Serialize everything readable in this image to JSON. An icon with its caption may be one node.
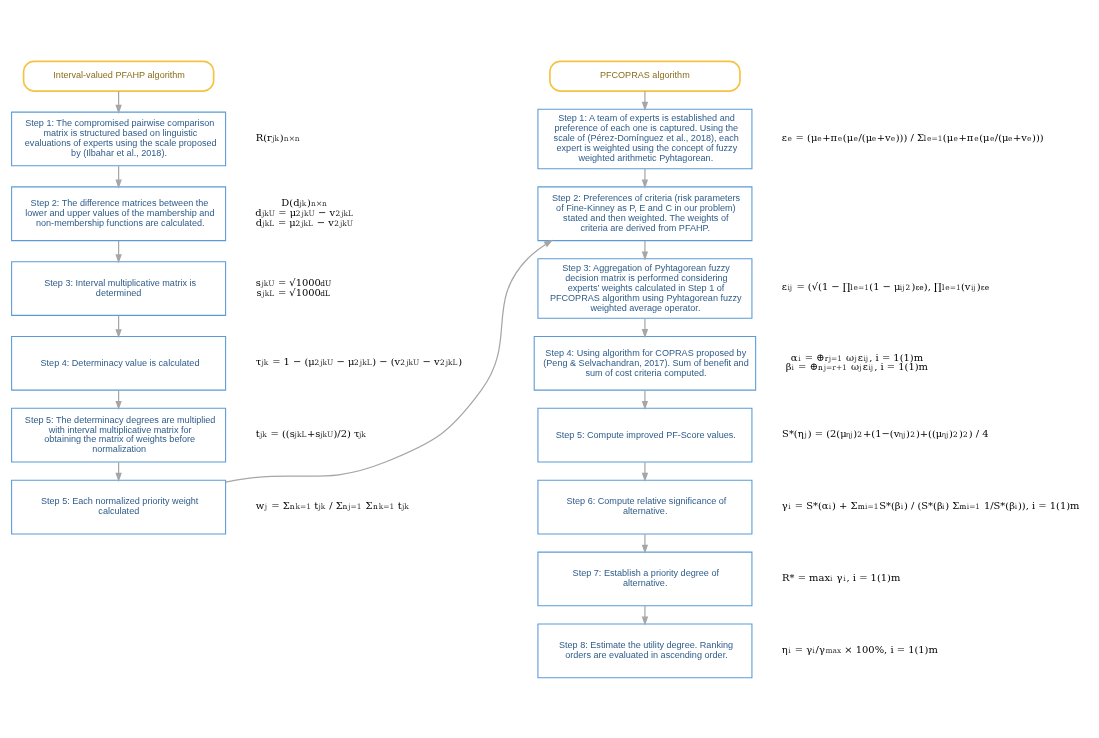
{
  "diagram": {
    "nodes": [
      {
        "text": [
          "Interval-valued PFAHP algorithm"
        ]
      },
      {
        "text": [
          "Step 1: The compromised pairwise comparison matrix is structured based on linguistic evaluations of experts using the scale proposed by (Ilbahar et al., 2018)."
        ],
        "beside": [
          "R(r$_{jk}$)$_{n×n}$"
        ]
      },
      {
        "text": [
          "Step 2: The difference matrices between the lower and upper values of the mambership and non-membership functions are calculated."
        ],
        "beside": [
          "D(d$_{jk}$)$_{n×n}$",
          "d$_{jkU}$ = μ$^{2}$$_{jkU}$ − v$^{2}$$_{jkL}$",
          "d$_{jkL}$ = μ$^{2}$$_{jkL}$ − v$^{2}$$_{jkU}$"
        ]
      },
      {
        "text": [
          "Step 3: Interval multiplicative matrix is determined"
        ],
        "beside": [
          "s$_{jkU}$ = √1000$^{dU}$",
          "s$_{jkL}$ = √1000$^{dL}$"
        ]
      },
      {
        "text": [
          "Step 4: Determinacy value is calculated"
        ],
        "beside": [
          "τ$_{jk}$ = 1 − (μ$^{2}$$_{jkU}$ − μ$^{2}$$_{jkL}$) − (v$^{2}$$_{jkU}$ − v$^{2}$$_{jkL}$)"
        ]
      },
      {
        "text": [
          "Step 5: The determinacy degrees are multiplied with interval multiplicative matrix for obtaining the matrix of weights before normalization"
        ],
        "beside": [
          "t$_{jk}$ = ((s$_{jkL}$+s$_{jkU}$)/2) τ$_{jk}$"
        ]
      },
      {
        "text": [
          "Step 5: Each normalized priority weight calculated"
        ],
        "beside": [
          "w$_{j}$ = Σ$^{n}$$_{k=1}$ t$_{jk}$ / Σ$^{n}$$_{j=1}$ Σ$^{n}$$_{k=1}$ t$_{jk}$"
        ]
      },
      {
        "text": [
          "PFCOPRAS algorithm"
        ]
      },
      {
        "text": [
          "Step 1: A team of experts is established and preference of each one is captured. Using the scale of (Pérez-Domínguez et al., 2018), each expert is weighted using the concept of fuzzy weighted arithmetic Pyhtagorean."
        ],
        "beside": [
          "ε$_{e}$ = (μ$_{e}$+π$_{e}$(μ$_{e}$/(μ$_{e}$+v$_{e}$))) / Σ$^{l}$$_{e=1}$(μ$_{e}$+π$_{e}$(μ$_{e}$/(μ$_{e}$+v$_{e}$)))"
        ]
      },
      {
        "text": [
          "Step 2: Preferences of criteria (risk parameters of Fine-Kinney as P, E and C in our problem) stated and then weighted. The weights of criteria are derived from PFAHP."
        ]
      },
      {
        "text": [
          "Step 3: Aggregation of Pyhtagorean fuzzy decision matrix is performed considering experts’ weights calculated in Step 1 of PFCOPRAS algorithm using Pyhtagorean fuzzy weighted average operator."
        ],
        "beside": [
          "ε$_{ij}$ = (√(1 − ∏$^{l}$$_{e=1}$(1 − μ$_{ij}$$^{2}$)$^{εe}$), ∏$^{l}$$_{e=1}$(v$_{ij}$)$^{εe}$"
        ]
      },
      {
        "text": [
          "Step 4: Using algorithm for COPRAS proposed by (Peng & Selvachandran, 2017). Sum of benefit and sum of cost criteria computed."
        ],
        "beside": [
          "α$_{i}$ = ⊕$^{r}$$_{j=1}$ ω$_{j}$ε$_{ij}$, i = 1(1)m",
          "β$_{i}$ = ⊕$^{n}$$_{j=r+1}$ ω$_{j}$ε$_{ij}$, i = 1(1)m"
        ]
      },
      {
        "text": [
          "Step 5: Compute improved PF-Score values."
        ],
        "beside": [
          "S*(η$_{j}$) = (2(μ$_{ηj}$)$^{2}$+(1−(v$_{ηj}$)$^{2}$)+((μ$_{ηj}$)$^{2}$)$^{2}$) / 4"
        ]
      },
      {
        "text": [
          "Step 6: Compute relative significance of alternative."
        ],
        "beside": [
          "γ$_{i}$ = S*(α$_{i}$) + Σ$^{m}$$_{i=1}$S*(β$_{i}$) / (S*(β$_{i}$) Σ$^{m}$$_{i=1}$ 1/S*(β$_{i}$)), i = 1(1)m"
        ]
      },
      {
        "text": [
          "Step 7: Establish a priority degree of alternative."
        ],
        "beside": [
          "R* = max$_{i}$ γ$_{i}$, i = 1(1)m"
        ]
      },
      {
        "text": [
          "Step 8: Estimate the utility degree. Ranking orders are evaluated in ascending order."
        ],
        "beside": [
          "η$_{i}$ = γ$_{i}$/γ$_{max}$ × 100%, i = 1(1)m"
        ]
      }
    ],
    "edges": [
      {
        "from": 0,
        "to": 1,
        "arrow": "to"
      },
      {
        "from": 1,
        "to": 2,
        "arrow": "to"
      },
      {
        "from": 2,
        "to": 3,
        "arrow": "to"
      },
      {
        "from": 3,
        "to": 4,
        "arrow": "to"
      },
      {
        "from": 4,
        "to": 5,
        "arrow": "to"
      },
      {
        "from": 5,
        "to": 6,
        "arrow": "to"
      },
      {
        "from": 6,
        "to": 9,
        "arrow": "to"
      },
      {
        "from": 7,
        "to": 8,
        "arrow": "to"
      },
      {
        "from": 8,
        "to": 9,
        "arrow": "to"
      },
      {
        "from": 9,
        "to": 10,
        "arrow": "to"
      },
      {
        "from": 10,
        "to": 11,
        "arrow": "to"
      },
      {
        "from": 11,
        "to": 12,
        "arrow": "to"
      },
      {
        "from": 12,
        "to": 13,
        "arrow": "to"
      },
      {
        "from": 13,
        "to": 14,
        "arrow": "to"
      },
      {
        "from": 14,
        "to": 15,
        "arrow": "to"
      }
    ]
  }
}
